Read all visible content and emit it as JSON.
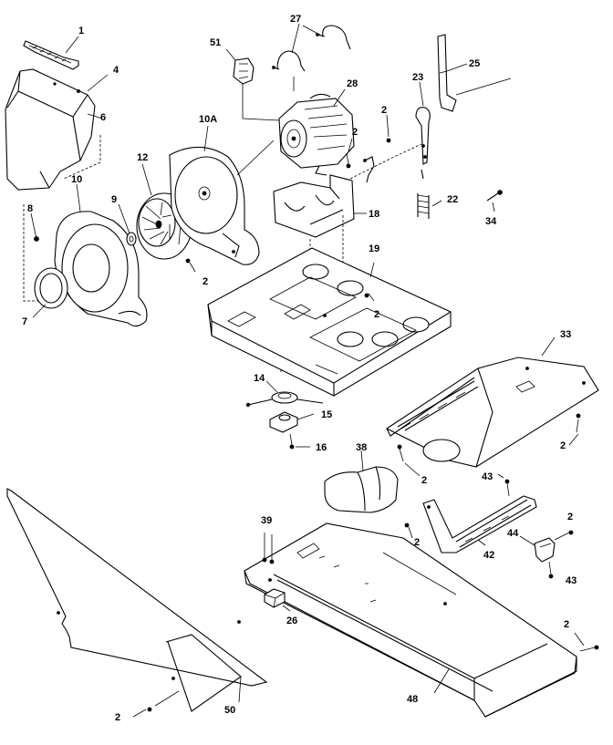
{
  "diagram": {
    "type": "exploded-parts-view",
    "labels": [
      {
        "id": "label-1",
        "text": "1"
      },
      {
        "id": "label-4",
        "text": "4"
      },
      {
        "id": "label-6",
        "text": "6"
      },
      {
        "id": "label-27",
        "text": "27"
      },
      {
        "id": "label-51",
        "text": "51"
      },
      {
        "id": "label-28",
        "text": "28"
      },
      {
        "id": "label-25",
        "text": "25"
      },
      {
        "id": "label-23",
        "text": "23"
      },
      {
        "id": "label-2a",
        "text": "2"
      },
      {
        "id": "label-2b",
        "text": "2"
      },
      {
        "id": "label-10a",
        "text": "10A"
      },
      {
        "id": "label-12",
        "text": "12"
      },
      {
        "id": "label-10",
        "text": "10"
      },
      {
        "id": "label-9",
        "text": "9"
      },
      {
        "id": "label-8",
        "text": "8"
      },
      {
        "id": "label-18",
        "text": "18"
      },
      {
        "id": "label-22",
        "text": "22"
      },
      {
        "id": "label-34",
        "text": "34"
      },
      {
        "id": "label-2c",
        "text": "2"
      },
      {
        "id": "label-19",
        "text": "19"
      },
      {
        "id": "label-2d",
        "text": "2"
      },
      {
        "id": "label-7",
        "text": "7"
      },
      {
        "id": "label-33",
        "text": "33"
      },
      {
        "id": "label-14",
        "text": "14"
      },
      {
        "id": "label-15",
        "text": "15"
      },
      {
        "id": "label-16",
        "text": "16"
      },
      {
        "id": "label-2e",
        "text": "2"
      },
      {
        "id": "label-38",
        "text": "38"
      },
      {
        "id": "label-2f",
        "text": "2"
      },
      {
        "id": "label-43a",
        "text": "43"
      },
      {
        "id": "label-39",
        "text": "39"
      },
      {
        "id": "label-2g",
        "text": "2"
      },
      {
        "id": "label-42",
        "text": "42"
      },
      {
        "id": "label-44",
        "text": "44"
      },
      {
        "id": "label-2h",
        "text": "2"
      },
      {
        "id": "label-43b",
        "text": "43"
      },
      {
        "id": "label-26",
        "text": "26"
      },
      {
        "id": "label-2i",
        "text": "2"
      },
      {
        "id": "label-48",
        "text": "48"
      },
      {
        "id": "label-50",
        "text": "50"
      },
      {
        "id": "label-2j",
        "text": "2"
      }
    ]
  }
}
